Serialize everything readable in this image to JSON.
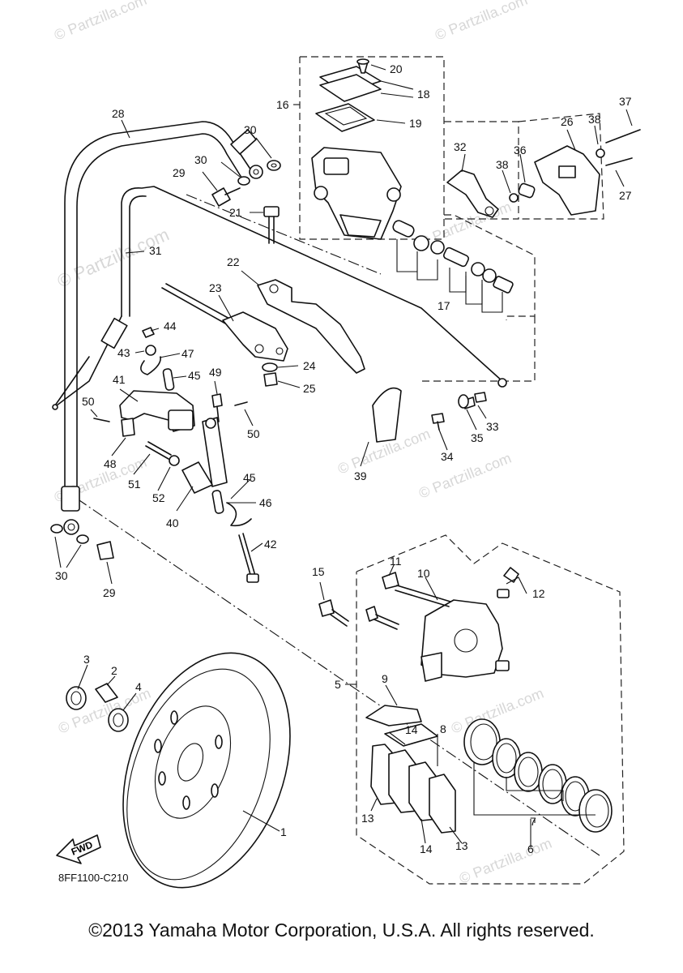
{
  "watermarks": [
    {
      "text": "© Partzilla.com"
    },
    {
      "text": "© Partzilla.com"
    },
    {
      "text": "© Partzilla.com"
    },
    {
      "text": "© Partzilla.com"
    },
    {
      "text": "© Partzilla.com"
    },
    {
      "text": "© Partzilla.com"
    },
    {
      "text": "© Partzilla.com"
    },
    {
      "text": "© Partzilla.com"
    },
    {
      "text": "© Partzilla.com"
    },
    {
      "text": "© Partzilla.com"
    }
  ],
  "callouts": [
    "1",
    "2",
    "3",
    "4",
    "5",
    "6",
    "7",
    "8",
    "9",
    "10",
    "11",
    "12",
    "13",
    "13",
    "14",
    "14",
    "15",
    "16",
    "17",
    "18",
    "19",
    "20",
    "21",
    "22",
    "23",
    "24",
    "25",
    "26",
    "27",
    "28",
    "29",
    "29",
    "30",
    "30",
    "30",
    "31",
    "32",
    "33",
    "34",
    "35",
    "36",
    "37",
    "38",
    "38",
    "39",
    "40",
    "41",
    "42",
    "43",
    "44",
    "45",
    "45",
    "46",
    "47",
    "48",
    "49",
    "50",
    "50",
    "51",
    "52"
  ],
  "direction_arrow": "FWD",
  "diagram_code": "8FF1100-C210",
  "copyright": "©2013 Yamaha Motor Corporation, U.S.A. All rights reserved."
}
